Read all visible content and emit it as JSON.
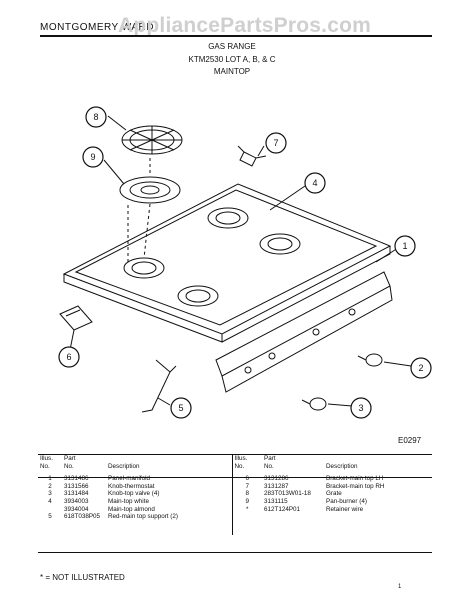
{
  "header": {
    "brand": "MONTGOMERY WARD",
    "watermark": "AppliancePartsPros.com",
    "title_lines": [
      "GAS RANGE",
      "KTM2530 LOT A, B, & C",
      "MAINTOP"
    ]
  },
  "diagram": {
    "code": "E0297",
    "callouts": [
      "1",
      "2",
      "3",
      "4",
      "5",
      "6",
      "7",
      "8",
      "9"
    ]
  },
  "table": {
    "headers": {
      "illus": "Illus.",
      "no": "No.",
      "part": "Part",
      "part_no": "No.",
      "description": "Description"
    },
    "left_rows": [
      {
        "illus": "1",
        "part": "3131486",
        "desc": "Panel-manifold"
      },
      {
        "illus": "2",
        "part": "3131566",
        "desc": "Knob-thermostat"
      },
      {
        "illus": "3",
        "part": "3131484",
        "desc": "Knob-top valve (4)"
      },
      {
        "illus": "4",
        "part": "3934003",
        "desc": "Main-top white"
      },
      {
        "illus": "",
        "part": "3934004",
        "desc": "Main-top almond"
      },
      {
        "illus": "5",
        "part": "618T038P05",
        "desc": "Red-main top support (2)"
      }
    ],
    "right_rows": [
      {
        "illus": "6",
        "part": "3131286",
        "desc": "Bracket-main top LH"
      },
      {
        "illus": "7",
        "part": "3131287",
        "desc": "Bracket-main top RH"
      },
      {
        "illus": "8",
        "part": "283T013W01-18",
        "desc": "Grate"
      },
      {
        "illus": "9",
        "part": "3131115",
        "desc": "Pan-burner (4)"
      },
      {
        "illus": "*",
        "part": "612T124P01",
        "desc": "Retainer wire"
      },
      {
        "illus": "",
        "part": "",
        "desc": ""
      }
    ]
  },
  "footnote": "* = NOT ILLUSTRATED",
  "page_tag": "1"
}
